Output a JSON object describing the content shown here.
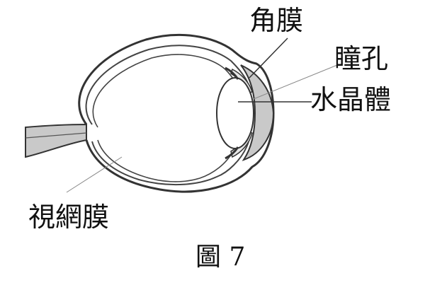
{
  "labels": {
    "cornea": "角膜",
    "pupil": "瞳孔",
    "lens": "水晶體",
    "retina": "視網膜"
  },
  "caption": "圖 7",
  "colors": {
    "line": "#333333",
    "shading": "#c9c9c9",
    "background": "#ffffff"
  }
}
